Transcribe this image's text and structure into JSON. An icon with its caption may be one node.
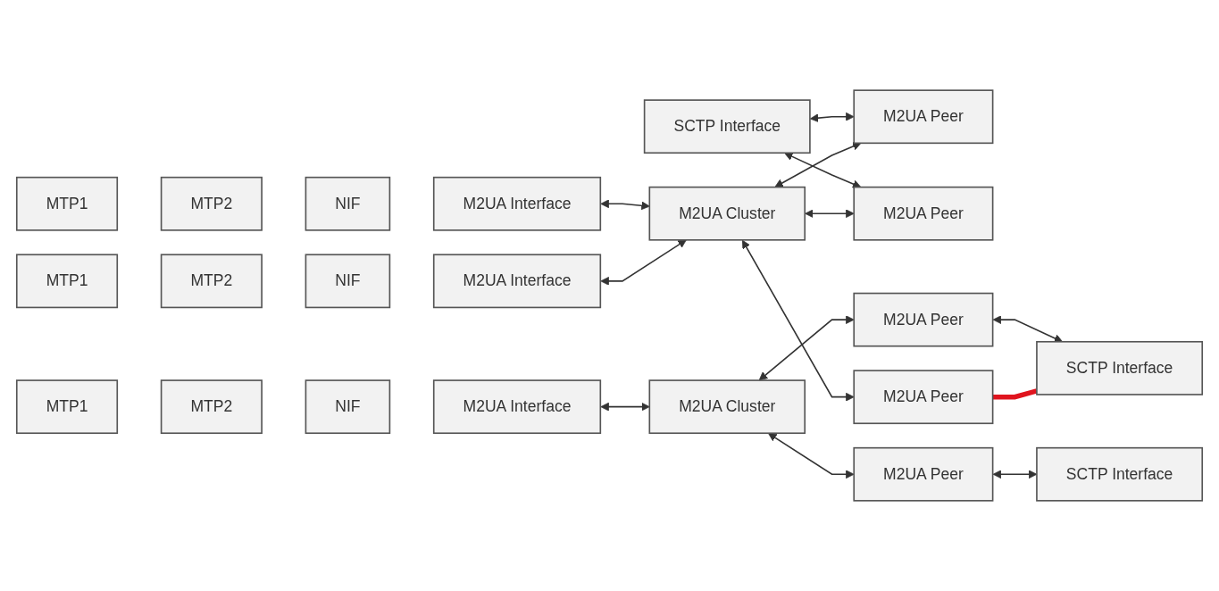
{
  "diagram": {
    "nodes": [
      {
        "text": [
          "MTP1"
        ]
      },
      {
        "text": [
          "MTP2"
        ]
      },
      {
        "text": [
          "NIF"
        ]
      },
      {
        "text": [
          "M2UA Interface"
        ]
      },
      {
        "text": [
          "M2UA Cluster"
        ]
      },
      {
        "text": [
          "M2UA Peer"
        ]
      },
      {
        "text": [
          "M2UA Peer"
        ]
      },
      {
        "text": [
          "SCTP Interface"
        ]
      },
      {
        "text": [
          "MTP1"
        ]
      },
      {
        "text": [
          "MTP2"
        ]
      },
      {
        "text": [
          "NIF"
        ]
      },
      {
        "text": [
          "M2UA Interface"
        ]
      },
      {
        "text": [
          "M2UA Peer"
        ]
      },
      {
        "text": [
          "M2UA Cluster"
        ]
      },
      {
        "text": [
          "M2UA Peer"
        ]
      },
      {
        "text": [
          "SCTP Interface"
        ]
      },
      {
        "text": [
          "MTP1"
        ]
      },
      {
        "text": [
          "MTP2"
        ]
      },
      {
        "text": [
          "NIF"
        ]
      },
      {
        "text": [
          "M2UA Interface"
        ]
      },
      {
        "text": [
          "M2UA Peer"
        ]
      },
      {
        "text": [
          "SCTP Interface"
        ]
      }
    ],
    "edges": [
      {
        "from": 3,
        "to": 4,
        "arrow": "both"
      },
      {
        "from": 11,
        "to": 4,
        "arrow": "both"
      },
      {
        "from": 4,
        "to": 5,
        "arrow": "both"
      },
      {
        "from": 4,
        "to": 6,
        "arrow": "both"
      },
      {
        "from": 4,
        "to": 12,
        "arrow": "both"
      },
      {
        "from": 7,
        "to": 5,
        "arrow": "both"
      },
      {
        "from": 7,
        "to": 6,
        "arrow": "both"
      },
      {
        "from": 12,
        "to": 15,
        "arrow": "none",
        "style": "thick",
        "color": "#e0141e"
      },
      {
        "from": 13,
        "to": 14,
        "arrow": "both"
      },
      {
        "from": 14,
        "to": 15,
        "arrow": "both"
      },
      {
        "from": 19,
        "to": 13,
        "arrow": "both"
      },
      {
        "from": 13,
        "to": 20,
        "arrow": "both"
      },
      {
        "from": 20,
        "to": 21,
        "arrow": "both"
      }
    ]
  }
}
